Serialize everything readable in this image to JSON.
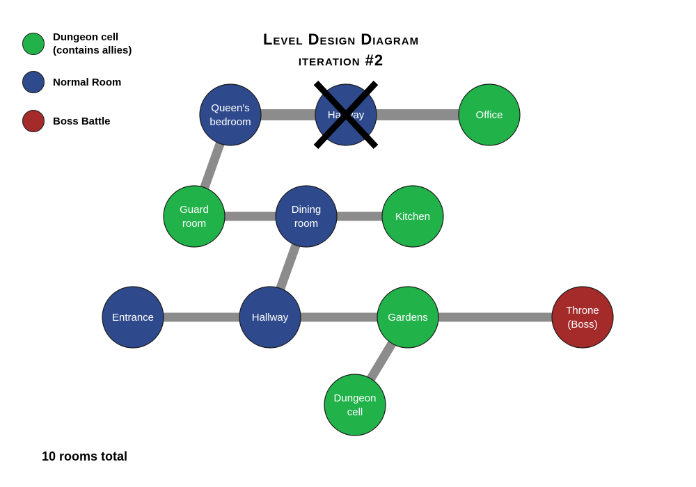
{
  "title": "Level Design Diagram",
  "subtitle": "iteration #2",
  "legend": [
    {
      "key": "dungeon",
      "lines": [
        "Dungeon cell",
        "(contains allies)"
      ],
      "color": "#21b24a"
    },
    {
      "key": "normal",
      "lines": [
        "Normal Room"
      ],
      "color": "#2e4a8c"
    },
    {
      "key": "boss",
      "lines": [
        "Boss Battle"
      ],
      "color": "#a52a2a"
    }
  ],
  "rooms": [
    {
      "id": "queens-bedroom",
      "lines": [
        "Queen's",
        "bedroom"
      ],
      "type": "normal"
    },
    {
      "id": "hallway-top",
      "lines": [
        "Hallway"
      ],
      "type": "normal",
      "crossed_out": true
    },
    {
      "id": "office",
      "lines": [
        "Office"
      ],
      "type": "dungeon"
    },
    {
      "id": "guard-room",
      "lines": [
        "Guard",
        "room"
      ],
      "type": "dungeon"
    },
    {
      "id": "dining-room",
      "lines": [
        "Dining",
        "room"
      ],
      "type": "normal"
    },
    {
      "id": "kitchen",
      "lines": [
        "Kitchen"
      ],
      "type": "dungeon"
    },
    {
      "id": "entrance",
      "lines": [
        "Entrance"
      ],
      "type": "normal"
    },
    {
      "id": "hallway",
      "lines": [
        "Hallway"
      ],
      "type": "normal"
    },
    {
      "id": "gardens",
      "lines": [
        "Gardens"
      ],
      "type": "dungeon"
    },
    {
      "id": "throne",
      "lines": [
        "Throne",
        "(Boss)"
      ],
      "type": "boss"
    },
    {
      "id": "dungeon-cell",
      "lines": [
        "Dungeon",
        "cell"
      ],
      "type": "dungeon"
    }
  ],
  "connections": [
    [
      "queens-bedroom",
      "hallway-top"
    ],
    [
      "hallway-top",
      "office"
    ],
    [
      "queens-bedroom",
      "guard-room"
    ],
    [
      "guard-room",
      "dining-room"
    ],
    [
      "dining-room",
      "kitchen"
    ],
    [
      "dining-room",
      "hallway"
    ],
    [
      "entrance",
      "hallway"
    ],
    [
      "hallway",
      "gardens"
    ],
    [
      "gardens",
      "throne"
    ],
    [
      "gardens",
      "dungeon-cell"
    ]
  ],
  "colors": {
    "dungeon": "#21b24a",
    "normal": "#2e4a8c",
    "boss": "#a52a2a",
    "connector": "#8c8c8c",
    "outline": "#1a1a1a"
  },
  "footer": "10 rooms total"
}
